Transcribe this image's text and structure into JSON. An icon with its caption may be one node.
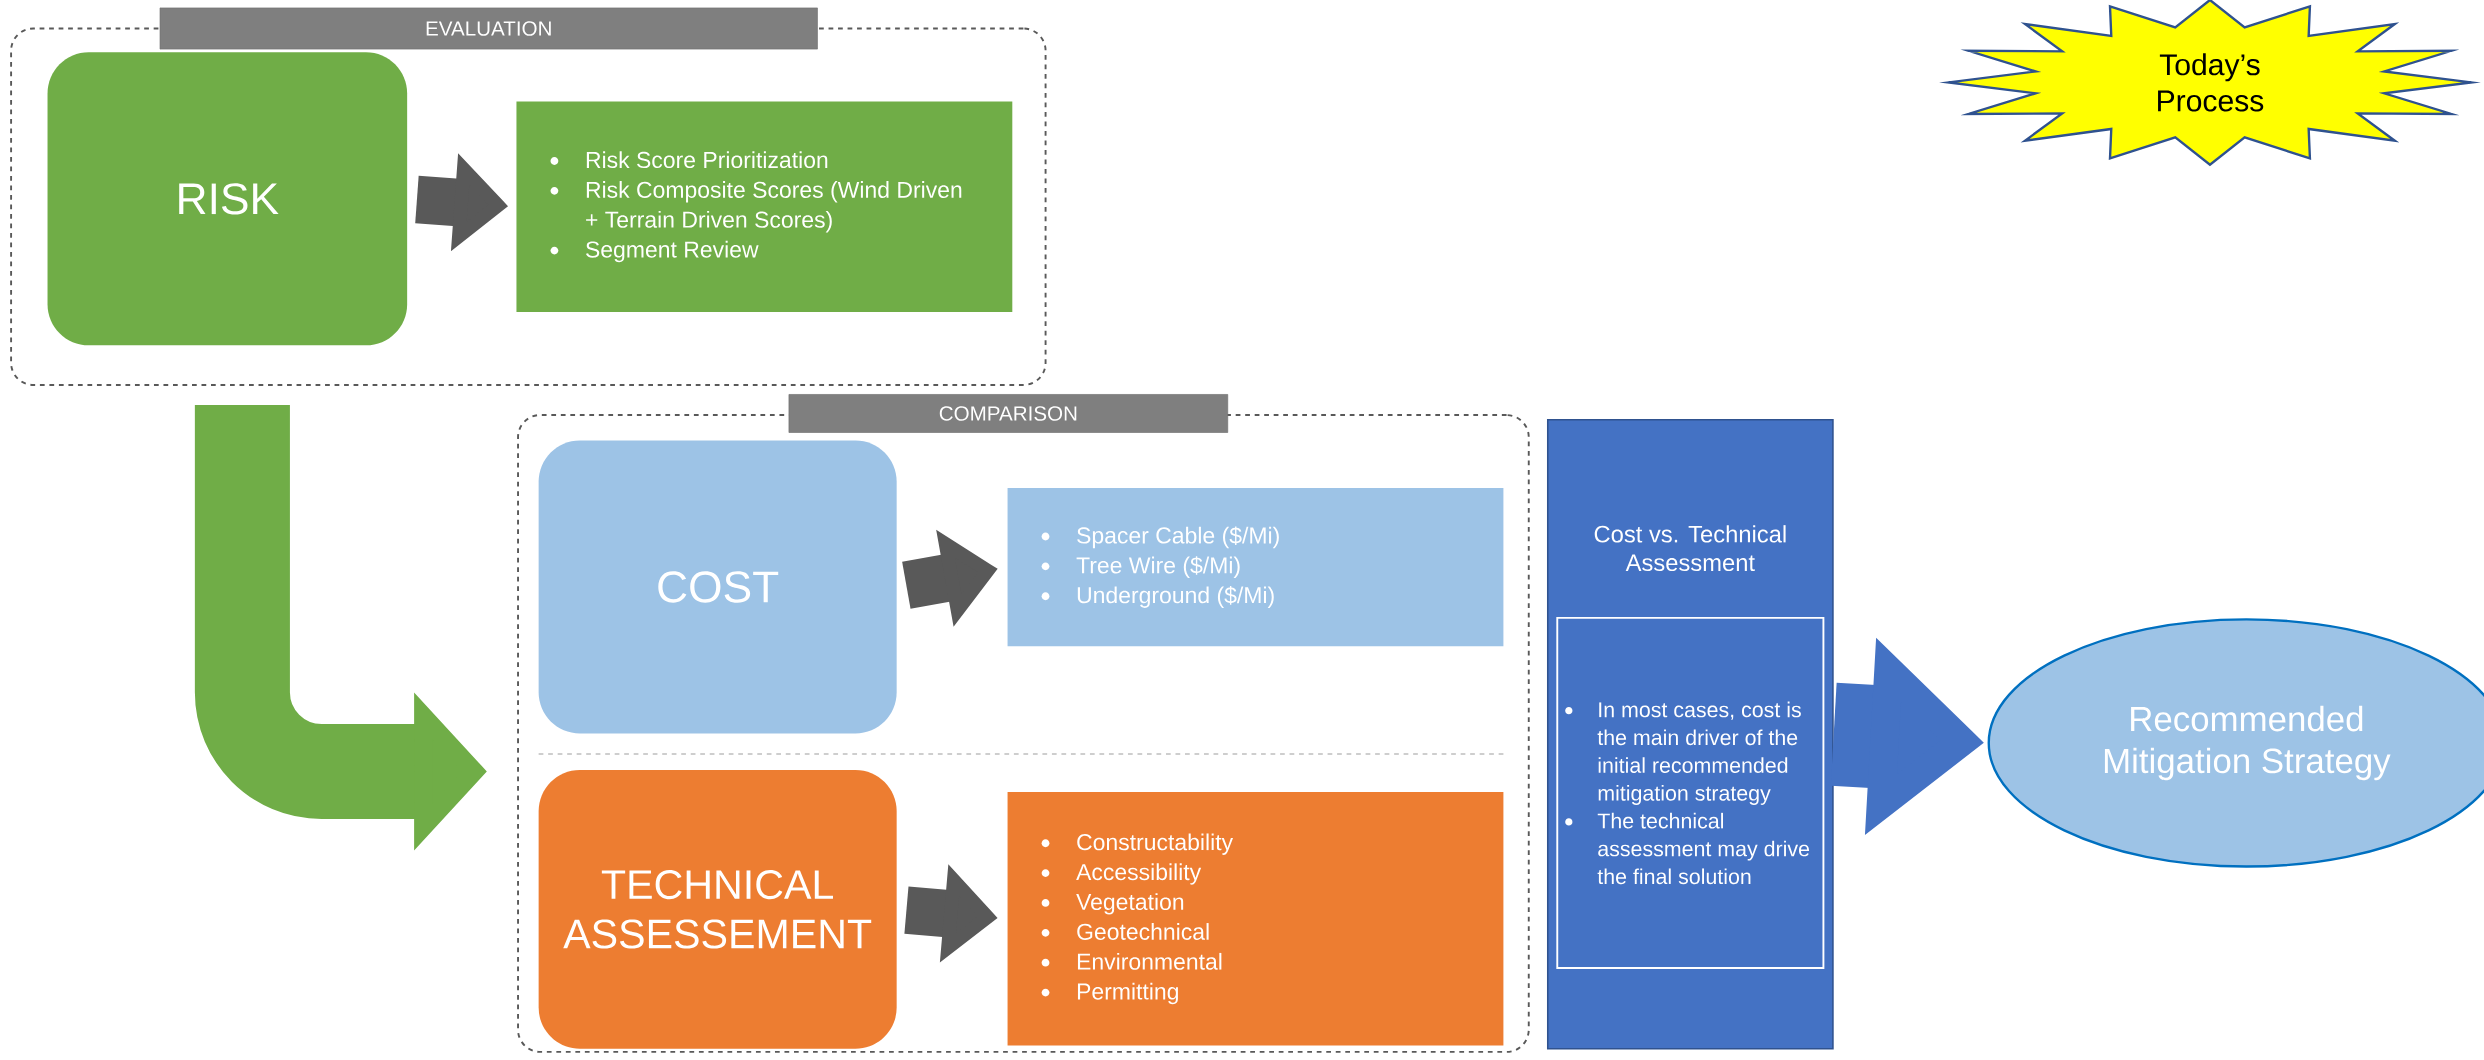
{
  "diagram": {
    "nodes": [
      {
        "text": [
          "EVALUATION"
        ]
      },
      {
        "text": [
          "RISK"
        ],
        "in": 0
      },
      {
        "text": [
          "Risk Score Prioritization",
          "Risk Composite Scores (Wind Driven + Terrain Driven Scores)",
          "Segment Review"
        ],
        "in": 0
      },
      {
        "text": [
          "COMPARISON"
        ]
      },
      {
        "text": [
          "COST"
        ],
        "in": 3
      },
      {
        "text": [
          "Spacer Cable ($/Mi)",
          "Tree Wire ($/Mi)",
          "Underground ($/Mi)"
        ],
        "in": 3
      },
      {
        "text": [
          "TECHNICAL ASSESSEMENT"
        ],
        "in": 3
      },
      {
        "text": [
          "Constructability",
          "Accessibility",
          "Vegetation",
          "Geotechnical",
          "Environmental",
          "Permitting"
        ],
        "in": 3
      },
      {
        "text": [
          "Cost vs. Technical Assessment"
        ]
      },
      {
        "text": [
          "In most cases, cost is the main driver of the initial recommended mitigation strategy",
          "The technical assessment may drive the final solution"
        ],
        "in": 8
      },
      {
        "text": [
          "Recommended Mitigation Strategy"
        ]
      },
      {
        "text": [
          "Today’s Process"
        ]
      }
    ],
    "edges": [
      {
        "from": 1,
        "to": 2,
        "arrow": "to"
      },
      {
        "from": 0,
        "to": 3,
        "arrow": "to",
        "style": "thick",
        "color": "#70ad47"
      },
      {
        "from": 4,
        "to": 5,
        "arrow": "to"
      },
      {
        "from": 6,
        "to": 7,
        "arrow": "to"
      },
      {
        "from": 8,
        "to": 10,
        "arrow": "to",
        "style": "thick",
        "color": "#4472c4"
      }
    ]
  }
}
